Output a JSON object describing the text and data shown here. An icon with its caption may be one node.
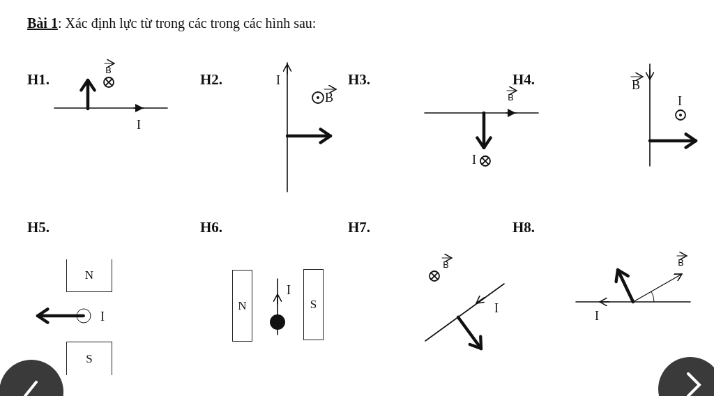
{
  "diagram": {
    "title": "**Bài 1**: Xác định lực từ trong các trong các hình sau:",
    "nodes": [
      {
        "text": [
          "N"
        ]
      },
      {
        "text": [
          "S"
        ]
      },
      {
        "text": [
          "N"
        ]
      },
      {
        "text": [
          "S"
        ]
      }
    ],
    "labels": [
      "H1.",
      "B",
      "I",
      "H2.",
      "I",
      "H3.",
      "B",
      "H4.",
      "B",
      "I",
      "B",
      "I",
      "H5.",
      "H6.",
      "H7.",
      "H8.",
      "I",
      "I",
      "B",
      "I",
      "B",
      "I"
    ]
  }
}
